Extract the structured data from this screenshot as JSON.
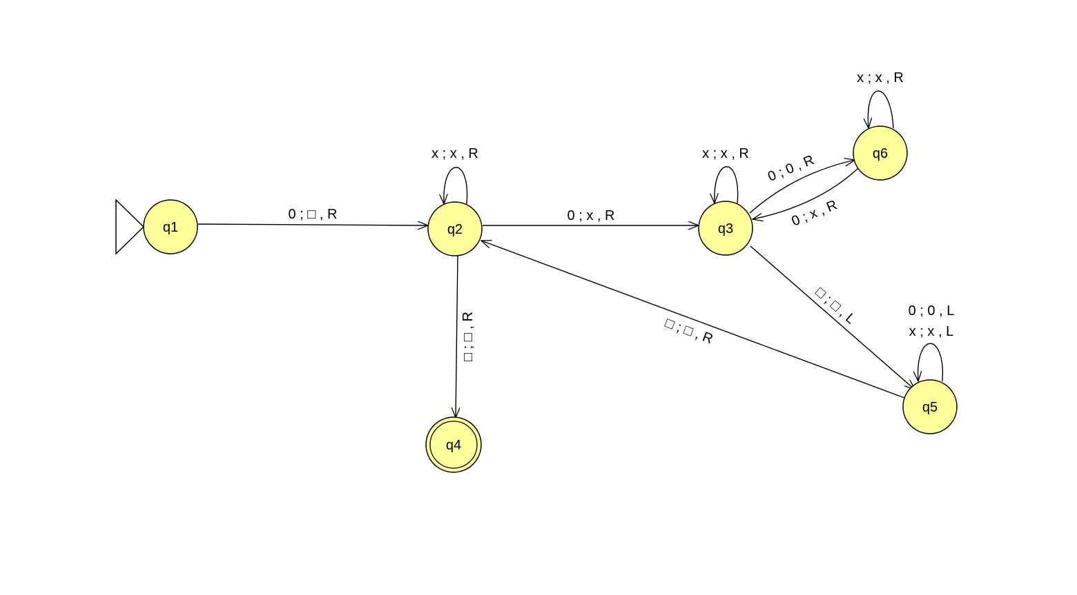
{
  "colors": {
    "state_fill": "#ffff9c",
    "stroke": "#000000",
    "background": "#ffffff"
  },
  "states": {
    "q1": "q1",
    "q2": "q2",
    "q3": "q3",
    "q4": "q4",
    "q5": "q5",
    "q6": "q6"
  },
  "initial_state": "q1",
  "final_states": [
    "q4"
  ],
  "transitions": {
    "q1_q2": "0 ; □ , R",
    "q2_q2": "x ; x , R",
    "q2_q3": "0 ; x , R",
    "q2_q4": "□ ; □ , R",
    "q3_q3": "x ; x , R",
    "q3_q6": "0 ; 0 , R",
    "q6_q3": "0 ; x , R",
    "q6_q6": "x ; x , R",
    "q3_q5": "□ ; □ , L",
    "q5_q5_a": "0 ; 0 , L",
    "q5_q5_b": "x ; x , L",
    "q5_q2": "□ ; □ , R"
  }
}
